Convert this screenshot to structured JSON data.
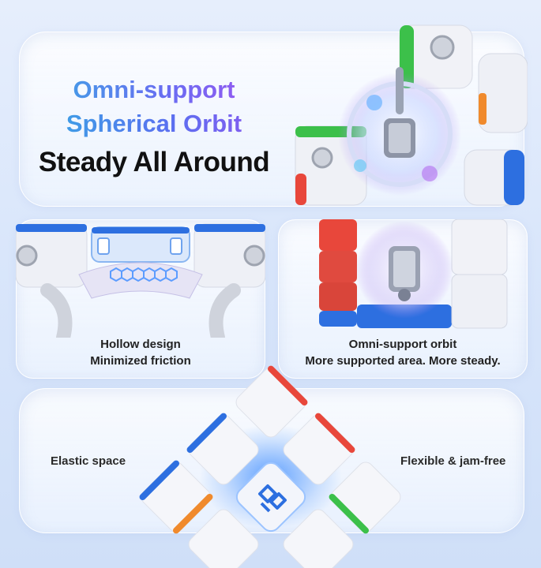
{
  "top_panel": {
    "headline_line1": "Omni-support",
    "headline_line2": "Spherical Orbit",
    "headline_line3": "Steady All Around"
  },
  "left_panel": {
    "caption_line1": "Hollow design",
    "caption_line2": "Minimized friction"
  },
  "right_panel": {
    "caption_line1": "Omni-support orbit",
    "caption_line2": "More supported area. More steady."
  },
  "bottom_panel": {
    "left_label": "Elastic space",
    "right_label": "Flexible & jam-free"
  },
  "colors": {
    "gradient_start": "#2fb7e0",
    "gradient_end": "#b24bf0",
    "cube_red": "#e8473b",
    "cube_blue": "#2d6fe0",
    "cube_green": "#3cc04a",
    "cube_orange": "#f08a2c",
    "glow_blue": "#3d8cff"
  }
}
